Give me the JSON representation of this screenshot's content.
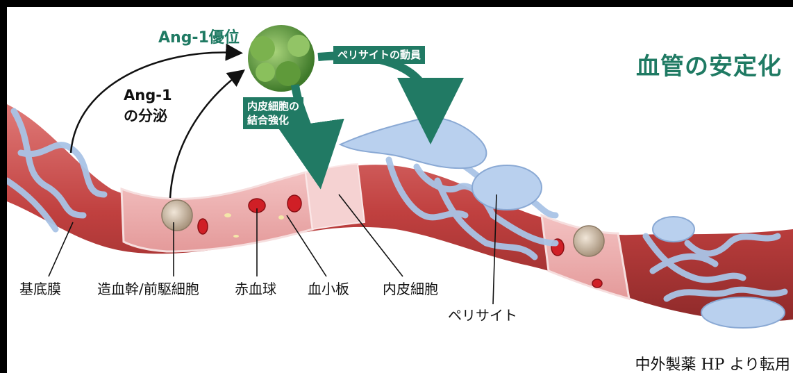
{
  "title": "血管の安定化",
  "ang1_dominance": "Ang-1優位",
  "ang1_secretion": [
    "Ang-1",
    "の分泌"
  ],
  "arrow_tags": {
    "pericyte_recruitment": "ペリサイトの動員",
    "endothelial_junction": [
      "内皮細胞の",
      "結合強化"
    ]
  },
  "labels": {
    "basement_membrane": "基底膜",
    "stem_progenitor": "造血幹/前駆細胞",
    "red_blood_cell": "赤血球",
    "platelet": "血小板",
    "endothelial_cell": "内皮細胞",
    "pericyte": "ペリサイト"
  },
  "credit": "中外製薬 HP より転用",
  "colors": {
    "accent_green": "#1f7a63",
    "vessel_red": "#c94b4b",
    "pericyte_blue": "#a9c4e6"
  }
}
